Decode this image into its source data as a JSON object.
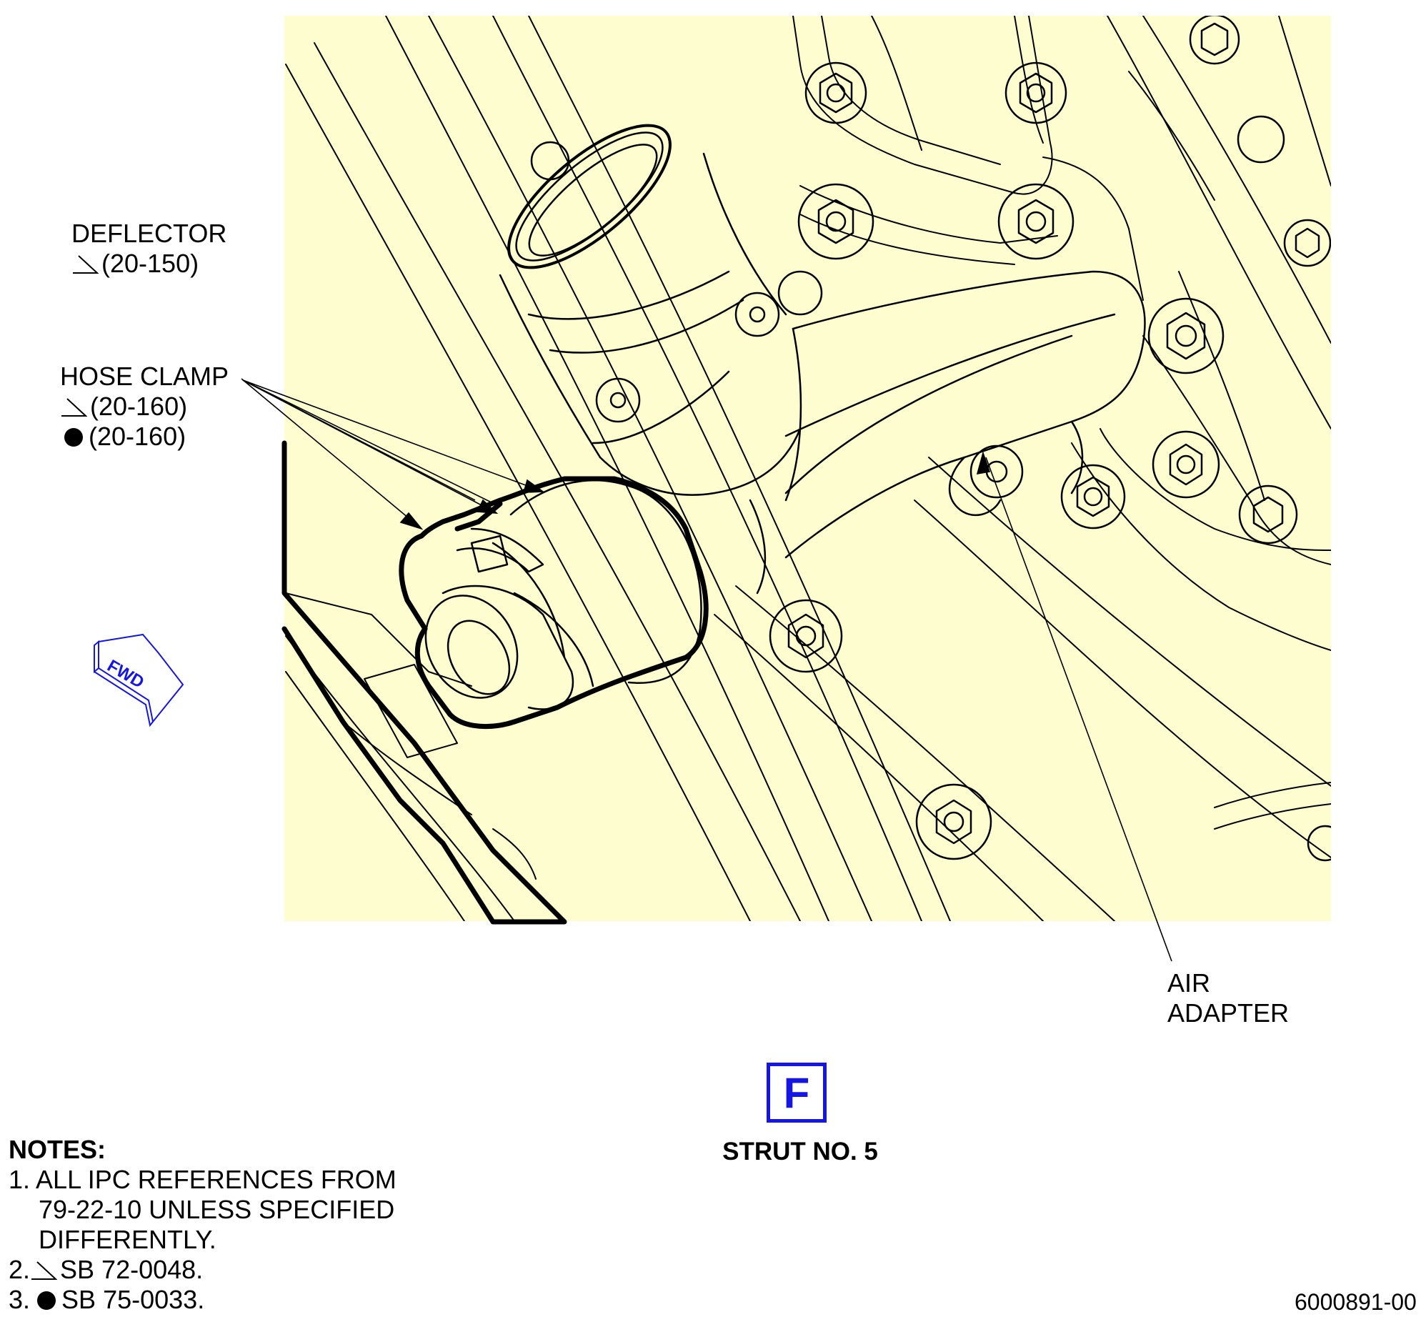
{
  "callouts": {
    "deflector": {
      "name": "DEFLECTOR",
      "ref_effectivity": "(20-150)"
    },
    "hose_clamp": {
      "name": "HOSE CLAMP",
      "ref_effectivity_1": "(20-160)",
      "ref_effectivity_2": "(20-160)"
    },
    "air_adapter": {
      "line1": "AIR",
      "line2": "ADAPTER"
    }
  },
  "fwd_arrow": {
    "label": "FWD",
    "color": "#1515e6"
  },
  "view": {
    "letter": "F",
    "title": "STRUT NO. 5",
    "color": "#1515e6"
  },
  "notes": {
    "heading": "NOTES:",
    "note1_line1": "1. ALL IPC REFERENCES FROM",
    "note1_line2": "79-22-10 UNLESS SPECIFIED",
    "note1_line3": "DIFFERENTLY.",
    "note2_num": "2.",
    "note2_text": "SB 72-0048.",
    "note3_num": "3.",
    "note3_text": "SB 75-0033."
  },
  "drawing_number": "6000891-00",
  "colors": {
    "background_panel": "#fdfdcf",
    "lines": "#000000",
    "accent": "#1515e6"
  },
  "icons": {
    "effectivity_triangle": "right-triangle-icon",
    "effectivity_dot": "filled-circle-icon"
  }
}
